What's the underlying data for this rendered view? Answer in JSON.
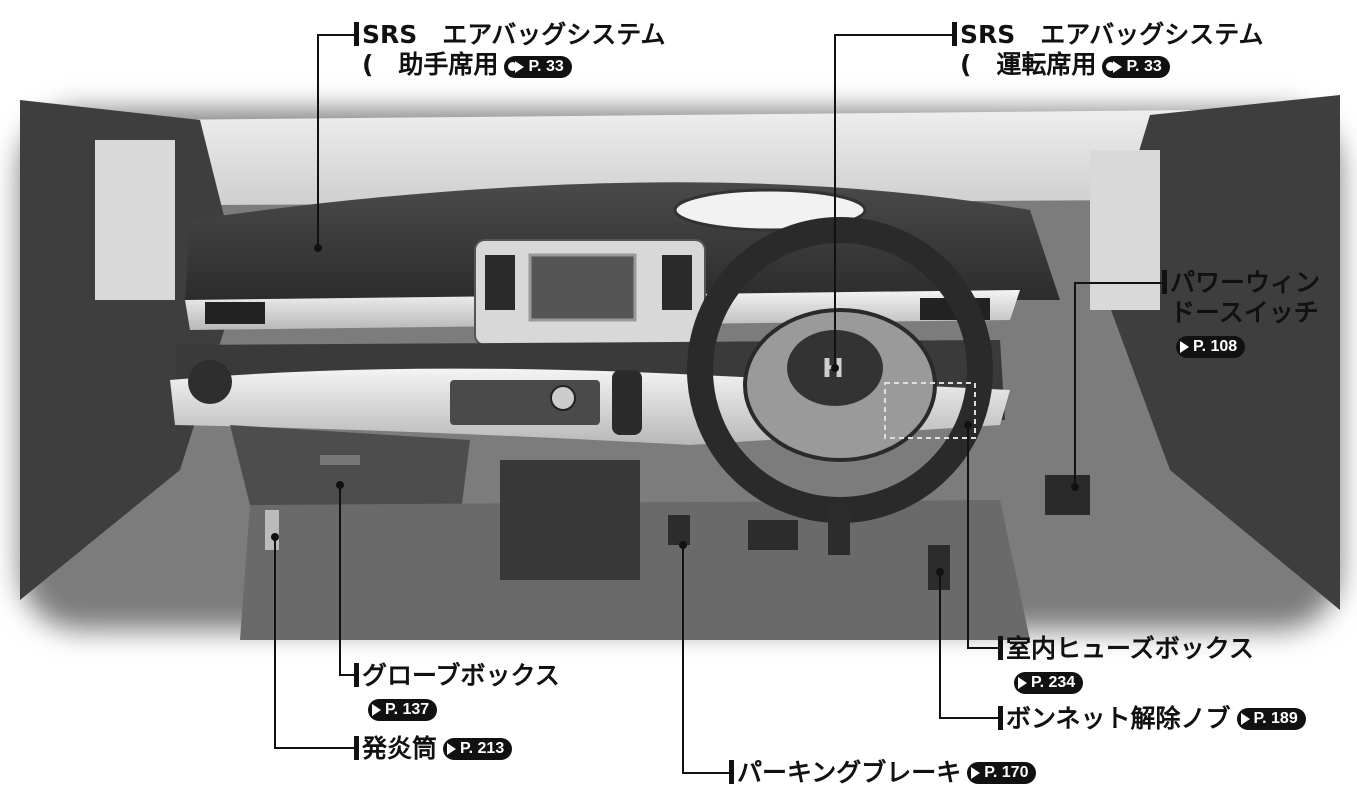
{
  "callouts": {
    "airbag_passenger": {
      "line1": "SRS　エアバッグシステム",
      "line2": "(　助手席用",
      "ref": "P. 33"
    },
    "airbag_driver": {
      "line1": "SRS　エアバッグシステム",
      "line2": "(　運転席用",
      "ref": "P. 33"
    },
    "power_window": {
      "line1": "パワーウィン",
      "line2": "ドースイッチ",
      "ref": "P. 108"
    },
    "fuse_box": {
      "label": "室内ヒューズボックス",
      "ref": "P. 234"
    },
    "hood_release": {
      "label": "ボンネット解除ノブ",
      "ref": "P. 189"
    },
    "glove_box": {
      "label": "グローブボックス",
      "ref": "P. 137"
    },
    "flare": {
      "label": "発炎筒",
      "ref": "P. 213"
    },
    "parking_brake": {
      "label": "パーキングブレーキ",
      "ref": "P. 170"
    }
  },
  "colors": {
    "ink": "#111111",
    "paper": "#ffffff"
  }
}
